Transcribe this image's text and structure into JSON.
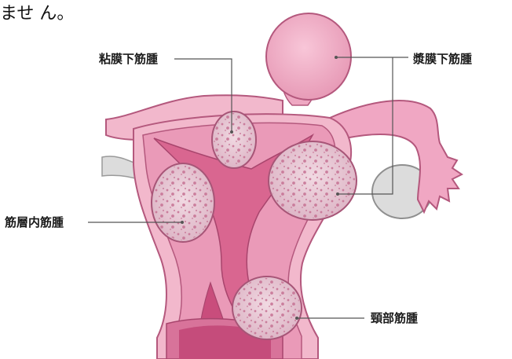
{
  "top_text": "ませ ん。",
  "labels": {
    "submucosal": "粘膜下筋腫",
    "subserosal": "漿膜下筋腫",
    "intramural": "筋層内筋腫",
    "cervical": "頸部筋腫"
  },
  "colors": {
    "uterus_outer": "#f2b8cc",
    "uterus_wall": "#e98fae",
    "uterus_dark": "#d15f8a",
    "cavity": "#c94d7c",
    "fibroid_fill": "#e9c9d4",
    "fibroid_edge": "#a75577",
    "fibroid_dots": "#c77596",
    "ovary": "#dcdcdc",
    "leader": "#555555"
  }
}
